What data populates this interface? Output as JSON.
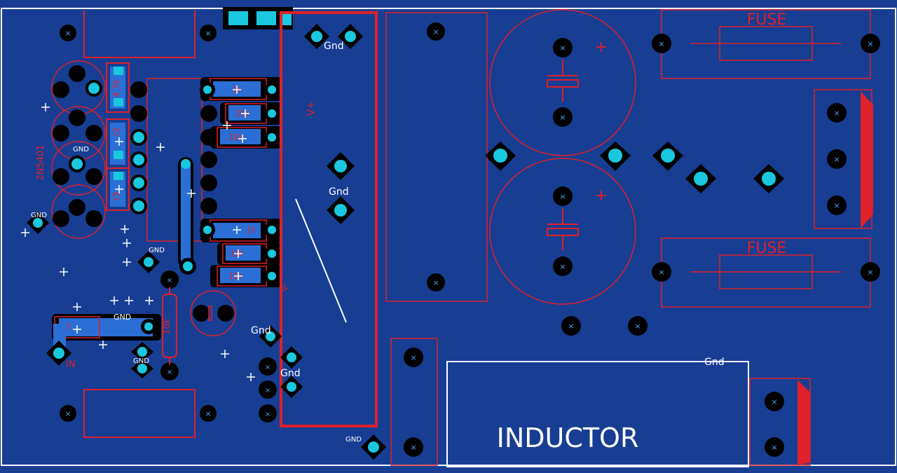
{
  "board": {
    "background_color": "#173e93",
    "copper_color": "#2b6fd6",
    "silk_outline_color": "#e0202a",
    "pad_color": "#19c8df",
    "drill_color": "#000000",
    "white_silk_color": "#ffffff"
  },
  "labels": {
    "fuse_top": "FUSE",
    "fuse_bottom": "FUSE",
    "transistor_part": "2N5401",
    "gnd_transistor": "GND",
    "gnd_left": "GND",
    "gnd_mid_left": "GND",
    "gnd_input_trace": "GND",
    "gnd_input_pad": "GND",
    "gnd_bottom": "GND",
    "gnd_top_strip": "Gnd",
    "gnd_center_strip": "Gnd",
    "gnd_strip_lower_left": "Gnd",
    "gnd_strip_lower": "Gnd",
    "gnd_inductor": "Gnd",
    "v_plus": "V+",
    "v_minus": "V-",
    "inductor": "INDUCTOR",
    "input": "IN",
    "resistor_10k": "10k",
    "resistor_47k": "4.7k",
    "resistor_left_a": "r2",
    "resistor_left_b": "r3",
    "resistor_input": "47",
    "resistor_r1": "1r",
    "resistor_r2": "10r",
    "resistor_r3": "10r",
    "resistor_r4": "1r",
    "resistor_r5": "10r",
    "resistor_r6": "10r",
    "cap_polarity_top": "+",
    "cap_polarity_bottom": "+"
  }
}
